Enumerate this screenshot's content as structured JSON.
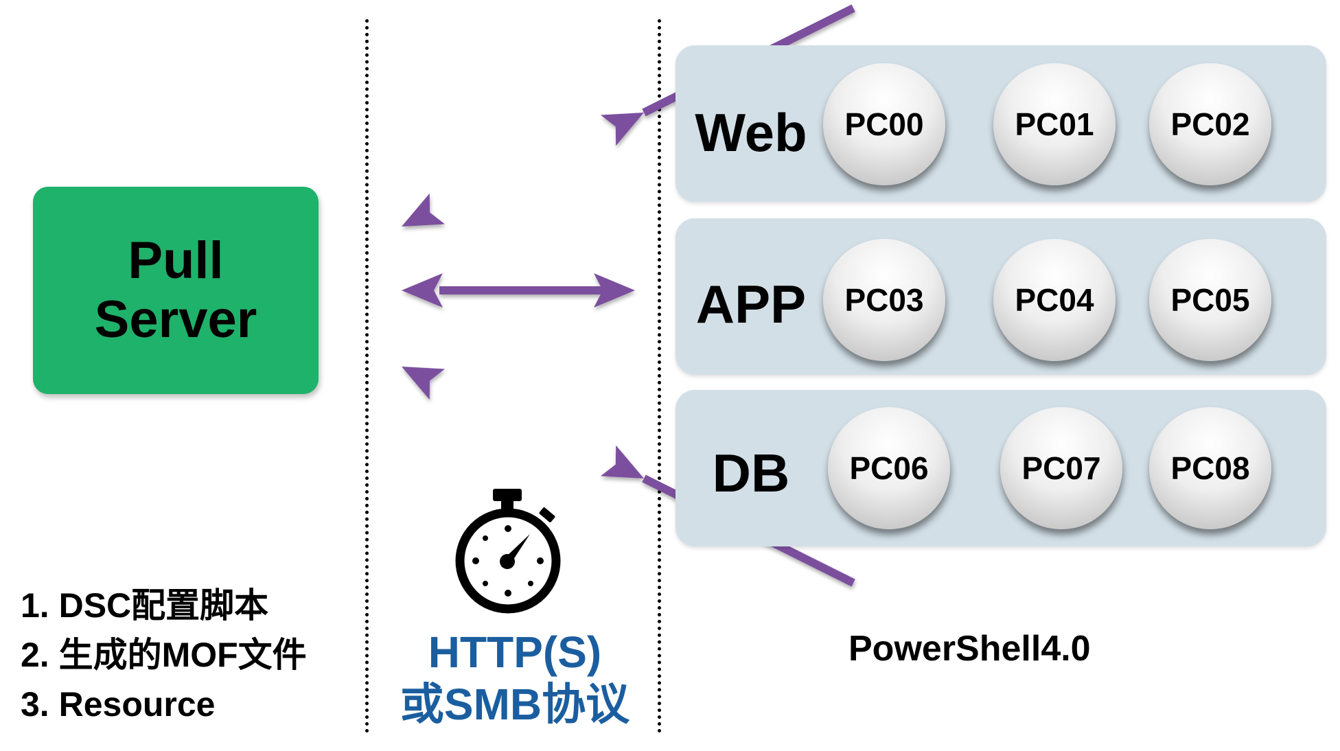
{
  "pull_server": {
    "line1": "Pull",
    "line2": "Server",
    "color": "#1fb26b"
  },
  "groups": [
    {
      "label": "Web",
      "nodes": [
        "PC00",
        "PC01",
        "PC02"
      ]
    },
    {
      "label": "APP",
      "nodes": [
        "PC03",
        "PC04",
        "PC05"
      ]
    },
    {
      "label": "DB",
      "nodes": [
        "PC06",
        "PC07",
        "PC08"
      ]
    }
  ],
  "steps": [
    "1. DSC配置脚本",
    "2. 生成的MOF文件",
    "3. Resource"
  ],
  "protocol": {
    "line1": "HTTP(S)",
    "line2": "或SMB协议",
    "color": "#1b5e9f"
  },
  "timer_icon": "stopwatch-icon",
  "powershell_label": "PowerShell4.0",
  "arrow_color": "#7b4f9e",
  "group_bg_color": "#d2dfe7"
}
